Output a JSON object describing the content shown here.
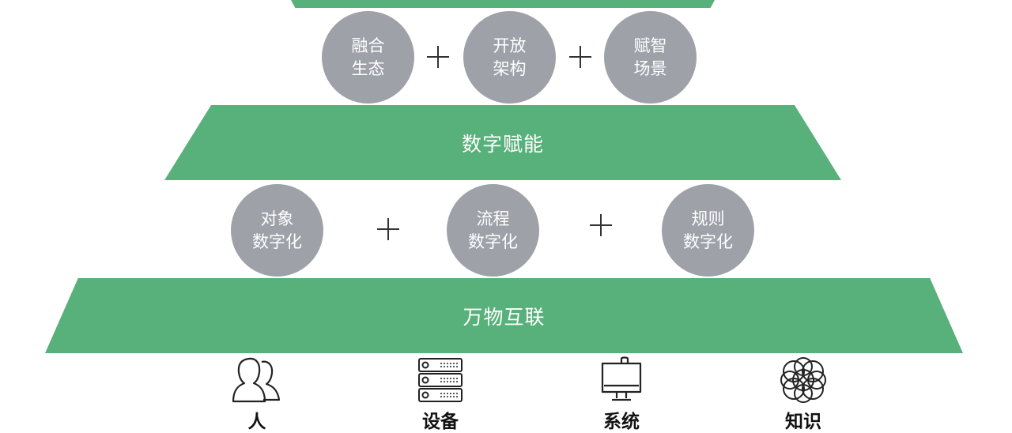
{
  "top_row": {
    "circles": [
      {
        "line1": "融合",
        "line2": "生态"
      },
      {
        "line1": "开放",
        "line2": "架构"
      },
      {
        "line1": "赋智",
        "line2": "场景"
      }
    ]
  },
  "middle_band": {
    "label": "数字赋能"
  },
  "middle_row": {
    "circles": [
      {
        "line1": "对象",
        "line2": "数字化"
      },
      {
        "line1": "流程",
        "line2": "数字化"
      },
      {
        "line1": "规则",
        "line2": "数字化"
      }
    ]
  },
  "bottom_band": {
    "label": "万物互联"
  },
  "base_items": [
    {
      "label": "人",
      "icon": "people-icon"
    },
    {
      "label": "设备",
      "icon": "server-icon"
    },
    {
      "label": "系统",
      "icon": "monitor-icon"
    },
    {
      "label": "知识",
      "icon": "knowledge-knot-icon"
    }
  ],
  "colors": {
    "green": "#58b07a",
    "circle_gray": "#9ea1a8"
  }
}
